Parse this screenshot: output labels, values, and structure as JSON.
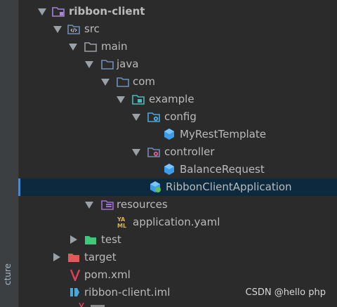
{
  "side_tab": {
    "label": "cture"
  },
  "tree": [
    {
      "label": "ribbon-client",
      "icon": "module-folder-icon",
      "expand": "down"
    },
    {
      "label": "src",
      "icon": "source-root-folder-icon",
      "expand": "down"
    },
    {
      "label": "main",
      "icon": "folder-icon",
      "expand": "down"
    },
    {
      "label": "java",
      "icon": "source-folder-icon",
      "expand": "down"
    },
    {
      "label": "com",
      "icon": "package-folder-icon",
      "expand": "down"
    },
    {
      "label": "example",
      "icon": "package-folder-icon",
      "expand": "down"
    },
    {
      "label": "config",
      "icon": "config-package-icon",
      "expand": "down"
    },
    {
      "label": "MyRestTemplate",
      "icon": "class-bean-icon",
      "expand": "none"
    },
    {
      "label": "controller",
      "icon": "controller-package-icon",
      "expand": "down"
    },
    {
      "label": "BalanceRequest",
      "icon": "class-bean-icon",
      "expand": "none"
    },
    {
      "label": "RibbonClientApplication",
      "icon": "spring-boot-app-icon",
      "expand": "none",
      "selected": true
    },
    {
      "label": "resources",
      "icon": "resources-folder-icon",
      "expand": "down"
    },
    {
      "label": "application.yaml",
      "icon": "yaml-file-icon",
      "expand": "none"
    },
    {
      "label": "test",
      "icon": "test-folder-icon",
      "expand": "right"
    },
    {
      "label": "target",
      "icon": "excluded-folder-icon",
      "expand": "right"
    },
    {
      "label": "pom.xml",
      "icon": "maven-icon",
      "expand": "none"
    },
    {
      "label": "ribbon-client.iml",
      "icon": "iml-file-icon",
      "expand": "none"
    }
  ],
  "watermark": "CSDN @hello php",
  "colors": {
    "background": "#2b2b2b",
    "selection": "#0d293e",
    "text": "#bbbbbb",
    "folder": "#6d8fb9",
    "excluded": "#e05a5a",
    "test": "#3ec97a",
    "resources": "#9a6fd0",
    "spring": "#5ebf5e",
    "maven": "#e0405a"
  }
}
